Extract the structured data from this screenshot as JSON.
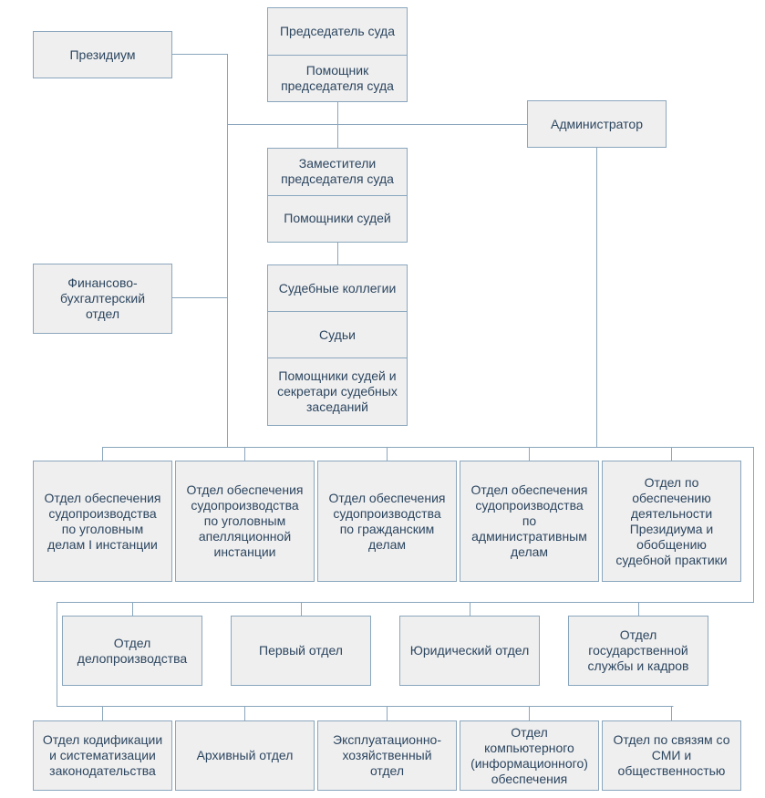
{
  "diagram": {
    "colors": {
      "line": "#8aa6bd",
      "box_fill": "#efefef",
      "text": "#2c4660"
    },
    "top": {
      "presidium": "Президиум",
      "chairman_stack": [
        "Председатель суда",
        "Помощник\nпредседателя суда"
      ],
      "administrator": "Администратор",
      "deputies_stack": [
        "Заместители\nпредседателя суда",
        "Помощники судей"
      ],
      "judges_stack": [
        "Судебные коллегии",
        "Судьи",
        "Помощники судей и\nсекретари судебных\nзаседаний"
      ],
      "finance": "Финансово-\nбухгалтерский\nотдел"
    },
    "row1": [
      "Отдел обеспечения\nсудопроизводства\nпо уголовным\nделам I инстанции",
      "Отдел обеспечения\nсудопроизводства\nпо уголовным\nапелляционной\nинстанции",
      "Отдел обеспечения\nсудопроизводства\nпо гражданским\nделам",
      "Отдел обеспечения\nсудопроизводства\nпо\nадминистративным\nделам",
      "Отдел по\nобеспечению\nдеятельности\nПрезидиума и\nобобщению\nсудебной практики"
    ],
    "row2": [
      "Отдел\nделопроизводства",
      "Первый отдел",
      "Юридический отдел",
      "Отдел\nгосударственной\nслужбы и кадров"
    ],
    "row3": [
      "Отдел кодификации\nи систематизации\nзаконодательства",
      "Архивный отдел",
      "Эксплуатационно-\nхозяйственный\nотдел",
      "Отдел\nкомпьютерного\n(информационного)\nобеспечения",
      "Отдел по связям со\nСМИ и\nобщественностью"
    ]
  }
}
